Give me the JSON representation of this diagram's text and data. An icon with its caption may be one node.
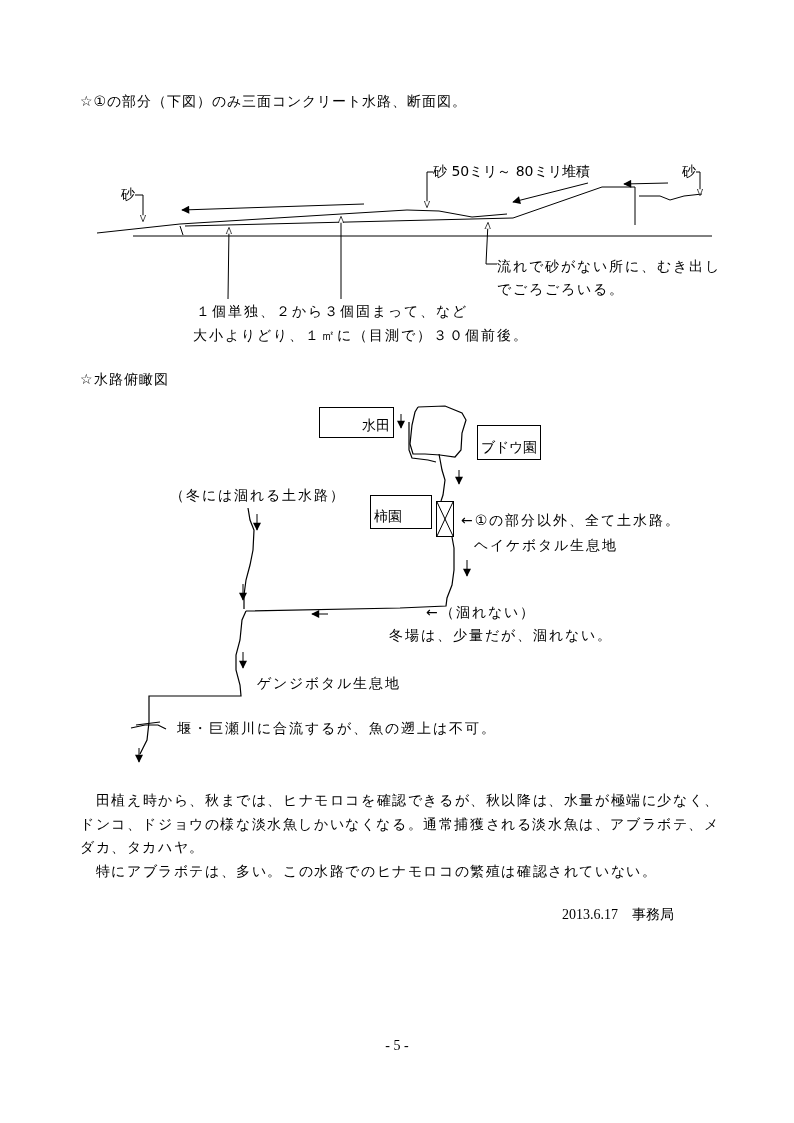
{
  "diagram": {
    "nodes": [
      {
        "text": [
          "砂"
        ]
      },
      {
        "text": [
          "砂 50ミリ～ 80ミリ堆積"
        ]
      },
      {
        "text": [
          "砂"
        ]
      },
      {
        "text": [
          "１個単独、２から３個固まって、など",
          "大小よりどり、１㎡に（目測で）３０個前後。"
        ]
      },
      {
        "text": [
          "流れで砂がない所に、むき出しでごろごろいる。"
        ]
      },
      {
        "text": [
          "水田"
        ]
      },
      {
        "text": [
          "ブドウ園"
        ]
      },
      {
        "text": [
          "柿園"
        ]
      },
      {
        "text": [],
        "shape": "box",
        "beside": [
          "←①の部分以外、全て土水路。"
        ]
      }
    ],
    "edges": [
      {
        "from": 0,
        "to": null,
        "arrow": "to"
      },
      {
        "from": 1,
        "to": null,
        "arrow": "to"
      },
      {
        "from": 2,
        "to": null,
        "arrow": "to"
      },
      {
        "from": 3,
        "to": null,
        "arrow": "to"
      },
      {
        "from": 3,
        "to": null,
        "arrow": "to"
      },
      {
        "from": 4,
        "to": null,
        "arrow": "to"
      }
    ],
    "labels": [
      "☆①の部分（下図）のみ三面コンクリート水路、断面図。",
      "☆水路俯瞰図",
      "（冬には涸れる土水路）",
      "ヘイケボタル生息地",
      "←（涸れない）",
      "冬場は、少量だが、涸れない。",
      "ゲンジボタル生息地",
      "堰・巨瀬川に合流するが、魚の遡上は不可。",
      "田植え時から、秋までは、ヒナモロコを確認できるが、秋以降は、水量が極端に少なく、ドンコ、ドジョウの様な淡水魚しかいなくなる。通常捕獲される淡水魚は、アブラボテ、メダカ、タカハヤ。",
      "特にアブラボテは、多い。この水路でのヒナモロコの繁殖は確認されていない。",
      "2013.6.17　事務局",
      "- 5 -"
    ]
  }
}
